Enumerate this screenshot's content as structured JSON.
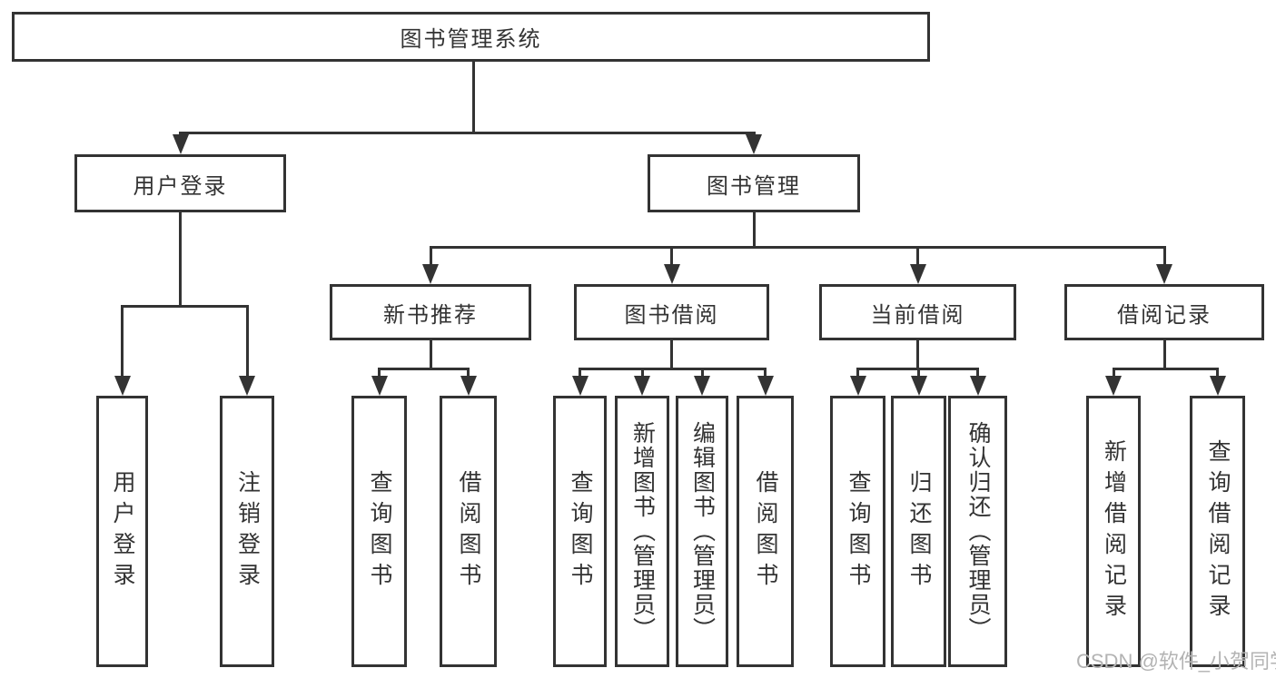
{
  "diagram": {
    "root": {
      "label": "图书管理系统"
    },
    "level2": {
      "user_login": {
        "label": "用户登录"
      },
      "book_management": {
        "label": "图书管理"
      }
    },
    "level3": {
      "new_book_recommend": {
        "label": "新书推荐"
      },
      "book_borrowing": {
        "label": "图书借阅"
      },
      "current_borrowing": {
        "label": "当前借阅"
      },
      "borrowing_records": {
        "label": "借阅记录"
      }
    },
    "leaves": {
      "user_login_leaf": {
        "label": "用户登录"
      },
      "logout": {
        "label": "注销登录"
      },
      "nb_query_books": {
        "label": "查询图书"
      },
      "nb_borrow_books": {
        "label": "借阅图书"
      },
      "bb_query_books": {
        "label": "查询图书"
      },
      "bb_add_books_admin": {
        "label": "新增图书（管理员）"
      },
      "bb_edit_books_admin": {
        "label": "编辑图书（管理员）"
      },
      "bb_borrow_books": {
        "label": "借阅图书"
      },
      "cb_query_books": {
        "label": "查询图书"
      },
      "cb_return_books": {
        "label": "归还图书"
      },
      "cb_confirm_return_admin": {
        "label": "确认归还（管理员）"
      },
      "br_add_record": {
        "label": "新增借阅记录"
      },
      "br_query_record": {
        "label": "查询借阅记录"
      }
    },
    "colors": {
      "line": "#333333",
      "text": "#333333",
      "watermark": "#b3b3b3"
    }
  },
  "watermark": {
    "text": "CSDN @软件_小贺同学"
  }
}
